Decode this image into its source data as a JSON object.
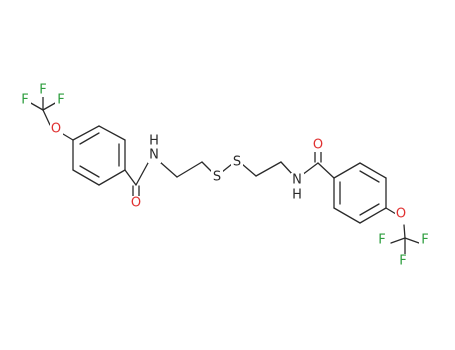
{
  "colors": {
    "background": "#ffffff",
    "bond": "#2a2a2a",
    "carbon_bond": "#2a2a2a",
    "fluorine": "#2e9e3e",
    "oxygen": "#e03030",
    "nitrogen": "#2a2a2a",
    "sulfur": "#2a2a2a"
  },
  "atom_labels": {
    "f_left_1": "F",
    "f_left_2": "F",
    "f_left_3": "F",
    "o_left_ether": "O",
    "o_left_carbonyl": "O",
    "n_left": "N",
    "h_left": "H",
    "s_left": "S",
    "s_right": "S",
    "n_right": "N",
    "h_right": "H",
    "o_right_carbonyl": "O",
    "o_right_ether": "O",
    "f_right_1": "F",
    "f_right_2": "F",
    "f_right_3": "F"
  }
}
